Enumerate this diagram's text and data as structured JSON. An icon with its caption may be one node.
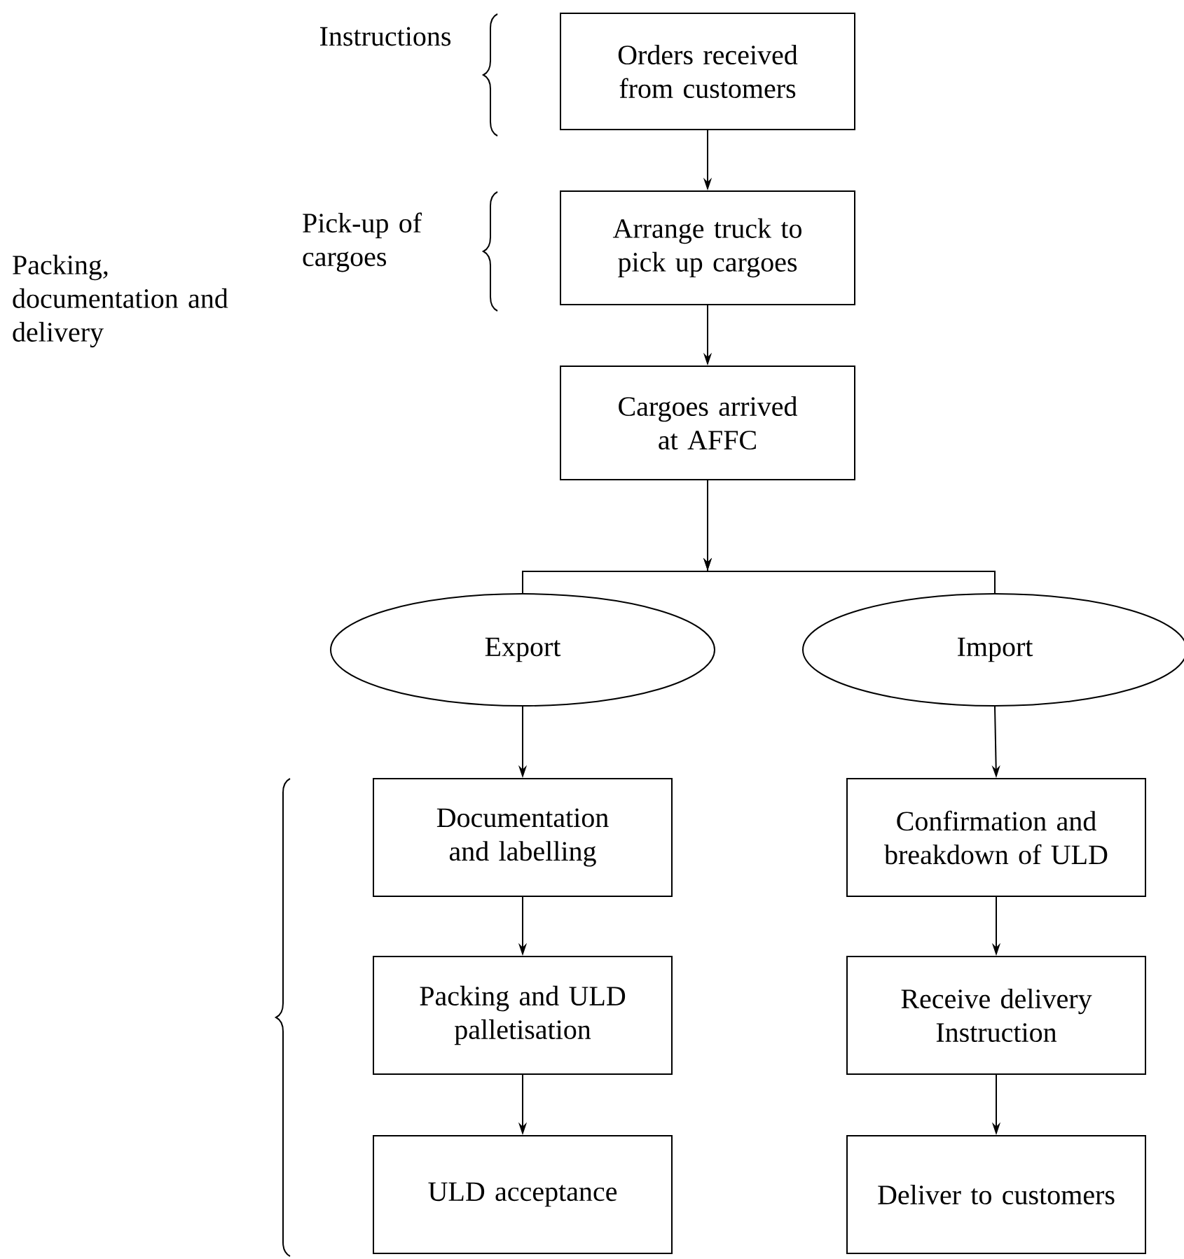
{
  "diagram": {
    "nodes": [
      {
        "text": [
          "Orders received from customers"
        ]
      },
      {
        "text": [
          "Arrange truck to pick up cargoes"
        ]
      },
      {
        "text": [
          "Cargoes arrived at AFFC"
        ]
      },
      {
        "text": [
          "Export"
        ]
      },
      {
        "text": [
          "Import"
        ]
      },
      {
        "text": [
          "Documentation and labelling"
        ]
      },
      {
        "text": [
          "Confirmation and breakdown of ULD"
        ]
      },
      {
        "text": [
          "Packing and ULD palletisation"
        ]
      },
      {
        "text": [
          "Receive delivery Instruction"
        ]
      },
      {
        "text": [
          "ULD acceptance"
        ]
      },
      {
        "text": [
          "Deliver to customers"
        ]
      }
    ],
    "edges": [
      {
        "from": 0,
        "to": 1,
        "arrow": "to"
      },
      {
        "from": 1,
        "to": 2,
        "arrow": "to"
      },
      {
        "from": 2,
        "to": 3,
        "arrow": "to"
      },
      {
        "from": 2,
        "to": 4,
        "arrow": "to"
      },
      {
        "from": 3,
        "to": 5,
        "arrow": "to"
      },
      {
        "from": 4,
        "to": 6,
        "arrow": "to"
      },
      {
        "from": 5,
        "to": 7,
        "arrow": "to"
      },
      {
        "from": 7,
        "to": 9,
        "arrow": "to"
      },
      {
        "from": 6,
        "to": 8,
        "arrow": "to"
      },
      {
        "from": 8,
        "to": 10,
        "arrow": "to"
      }
    ],
    "labels": [
      "Instructions",
      "Pick-up of cargoes",
      "Packing, documentation and delivery"
    ]
  }
}
